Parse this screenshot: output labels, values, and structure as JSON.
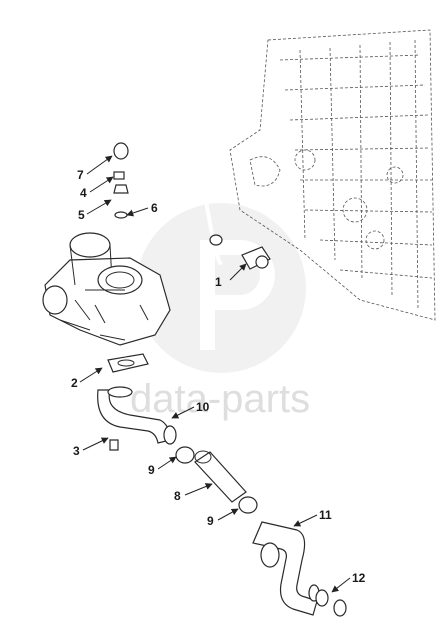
{
  "watermark": {
    "text": "data-parts"
  },
  "callouts": [
    {
      "id": "callout-1",
      "label": "1"
    },
    {
      "id": "callout-2",
      "label": "2"
    },
    {
      "id": "callout-3",
      "label": "3"
    },
    {
      "id": "callout-4",
      "label": "4"
    },
    {
      "id": "callout-5",
      "label": "5"
    },
    {
      "id": "callout-6",
      "label": "6"
    },
    {
      "id": "callout-7",
      "label": "7"
    },
    {
      "id": "callout-8",
      "label": "8"
    },
    {
      "id": "callout-9a",
      "label": "9"
    },
    {
      "id": "callout-9b",
      "label": "9"
    },
    {
      "id": "callout-10",
      "label": "10"
    },
    {
      "id": "callout-11",
      "label": "11"
    },
    {
      "id": "callout-12",
      "label": "12"
    }
  ]
}
